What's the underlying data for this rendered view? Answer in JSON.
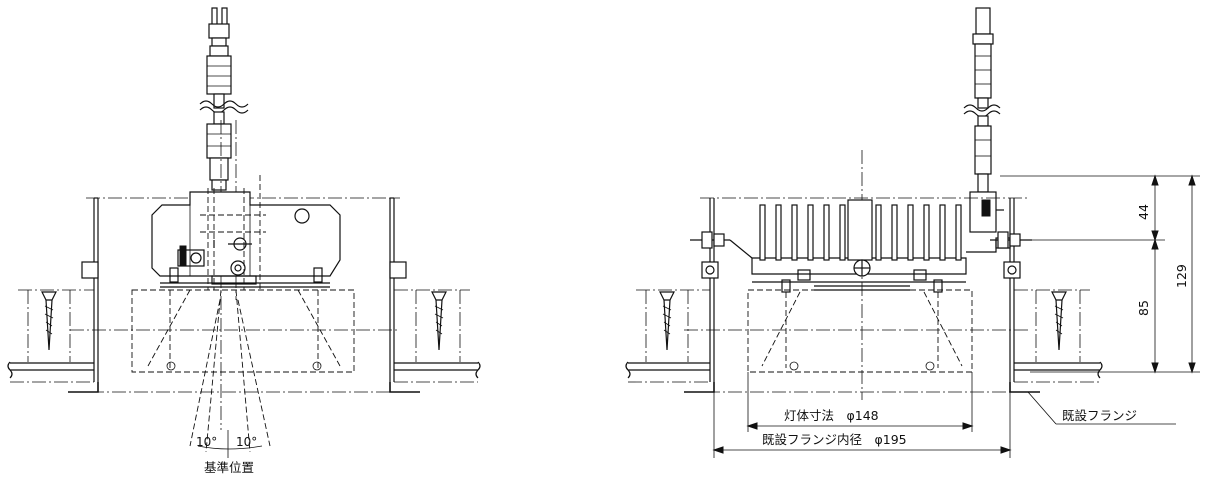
{
  "left_view": {
    "angle_left": "10°",
    "angle_right": "10°",
    "reference_label": "基準位置"
  },
  "right_view": {
    "dim_upper": "44",
    "dim_lower": "85",
    "dim_total": "129",
    "body_size_label": "灯体寸法　φ148",
    "flange_inner_label": "既設フランジ内径　φ195",
    "flange_label": "既設フランジ"
  }
}
